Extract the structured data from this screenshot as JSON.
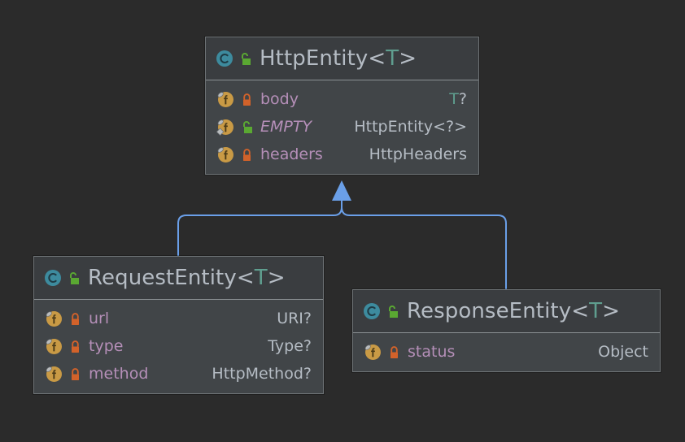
{
  "diagram": {
    "kind": "uml-class-diagram",
    "background_color": "#2b2b2b",
    "edge_color": "#6a9fe8",
    "relationship": "generalization",
    "classes": [
      {
        "id": "http-entity",
        "name": "HttpEntity",
        "generic": "<T>",
        "icon": "class-icon",
        "visibility": "public",
        "visibility_icon": "unlock-green-icon",
        "members": [
          {
            "name": "body",
            "type": "T?",
            "type_generic_token": "T",
            "type_suffix": "?",
            "icon": "field-icon",
            "visibility": "private",
            "visibility_icon": "lock-orange-icon",
            "static": false
          },
          {
            "name": "EMPTY",
            "type": "HttpEntity<?>",
            "icon": "field-static-icon",
            "visibility": "public",
            "visibility_icon": "unlock-green-icon",
            "static": true
          },
          {
            "name": "headers",
            "type": "HttpHeaders",
            "icon": "field-icon",
            "visibility": "private",
            "visibility_icon": "lock-orange-icon",
            "static": false
          }
        ]
      },
      {
        "id": "request-entity",
        "name": "RequestEntity",
        "generic": "<T>",
        "icon": "class-icon",
        "visibility": "public",
        "visibility_icon": "unlock-green-icon",
        "members": [
          {
            "name": "url",
            "type": "URI?",
            "icon": "field-icon",
            "visibility": "private",
            "visibility_icon": "lock-orange-icon",
            "static": false
          },
          {
            "name": "type",
            "type": "Type?",
            "icon": "field-icon",
            "visibility": "private",
            "visibility_icon": "lock-orange-icon",
            "static": false
          },
          {
            "name": "method",
            "type": "HttpMethod?",
            "icon": "field-icon",
            "visibility": "private",
            "visibility_icon": "lock-orange-icon",
            "static": false
          }
        ]
      },
      {
        "id": "response-entity",
        "name": "ResponseEntity",
        "generic": "<T>",
        "icon": "class-icon",
        "visibility": "public",
        "visibility_icon": "unlock-green-icon",
        "members": [
          {
            "name": "status",
            "type": "Object",
            "icon": "field-icon",
            "visibility": "private",
            "visibility_icon": "lock-orange-icon",
            "static": false
          }
        ]
      }
    ],
    "edges": [
      {
        "from": "request-entity",
        "to": "http-entity",
        "type": "generalization"
      },
      {
        "from": "response-entity",
        "to": "http-entity",
        "type": "generalization"
      }
    ],
    "colors": {
      "node_border": "#6e7376",
      "node_body": "#414548",
      "node_header": "#3a3d40",
      "title_text": "#b5bcc4",
      "member_name": "#b58fb8",
      "member_type": "#b5bcc4",
      "generic_param": "#5f9e8f",
      "class_icon": "#3d8b9e",
      "field_icon": "#c99a45",
      "lock_private": "#d2622a",
      "lock_public": "#5aa832",
      "connector": "#6a9fe8"
    }
  }
}
